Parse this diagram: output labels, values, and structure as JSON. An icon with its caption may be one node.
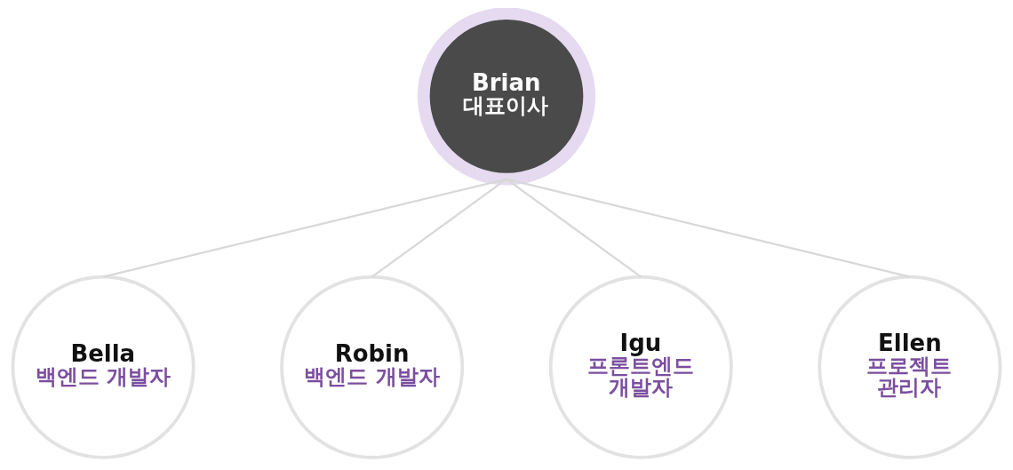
{
  "diagram": {
    "nodes": [
      {
        "text": [
          "Brian",
          "대표이사"
        ]
      },
      {
        "text": [
          "Bella",
          "백엔드 개발자"
        ]
      },
      {
        "text": [
          "Robin",
          "백엔드 개발자"
        ]
      },
      {
        "text": [
          "Igu",
          "프론트엔드 개발자"
        ]
      },
      {
        "text": [
          "Ellen",
          "프로젝트 관리자"
        ]
      }
    ],
    "edges": [
      {
        "from": 0,
        "to": 1,
        "arrow": "none"
      },
      {
        "from": 0,
        "to": 2,
        "arrow": "none"
      },
      {
        "from": 0,
        "to": 3,
        "arrow": "none"
      },
      {
        "from": 0,
        "to": 4,
        "arrow": "none"
      }
    ]
  }
}
